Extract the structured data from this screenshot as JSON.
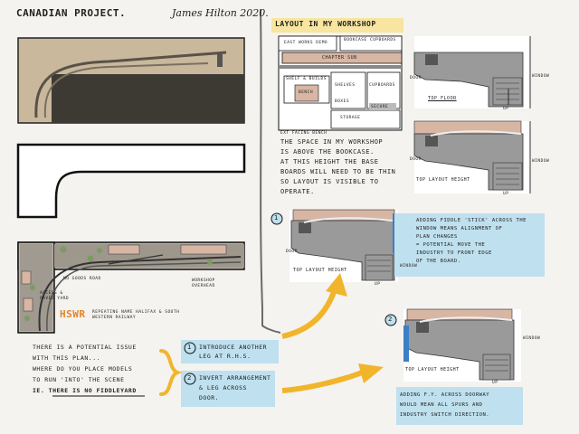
{
  "header": {
    "title": "CANADIAN PROJECT.",
    "author": "James Hilton 2020."
  },
  "left": {
    "hswr_abbrev": "HSWR",
    "hswr_full": "REPEATING NAME HALIFAX & SOUTH WESTERN RAILWAY",
    "label_goods_road": "NO GOODS ROAD",
    "label_access": "ACCESS & PAVED YARD",
    "label_overhead": "WORKSHOP OVERHEAD"
  },
  "workshop": {
    "heading": "LAYOUT IN MY WORKSHOP",
    "plan_labels": {
      "east_works": "EAST WORKS DEMO",
      "bookcase": "BOOKCASE CUPBOARDS",
      "chapter_sub": "CHAPTER SUB",
      "shelf": "SHELF & BUILDS",
      "bench": "BENCH",
      "shelves": "SHELVES",
      "boxes": "BOXES",
      "cupboards": "CUPBOARDS",
      "storage": "STORAGE",
      "window": "SECURE",
      "ext_bench": "EXT FACING BENCH"
    },
    "notes": [
      "THE SPACE IN MY WORKSHOP",
      "IS ABOVE THE BOOKCASE.",
      "AT THIS HEIGHT THE BASE",
      "BOARDS WILL NEED TO BE THIN",
      "SO LAYOUT IS VISIBLE TO",
      "OPERATE."
    ]
  },
  "views": {
    "top_floor": "TOP FLOOR",
    "top_layout_height": "TOP LAYOUT HEIGHT",
    "door": "DOOR",
    "window": "WINDOW",
    "up": "UP"
  },
  "option1": {
    "number": "1",
    "notes": [
      "ADDING FIDDLE 'STICK' ACROSS THE",
      "WINDOW MEANS ALIGNMENT OF",
      "PLAN CHANGES",
      "= POTENTIAL MOVE THE",
      "INDUSTRY TO FRONT EDGE",
      "OF THE BOARD."
    ]
  },
  "option2": {
    "number": "2",
    "notes": [
      "ADDING F.Y. ACROSS DOORWAY",
      "WOULD MEAN ALL SPURS AND",
      "INDUSTRY SWITCH DIRECTION."
    ]
  },
  "issue": {
    "lines": [
      "THERE IS A POTENTIAL ISSUE",
      "WITH THIS PLAN...",
      "WHERE DO YOU PLACE MODELS",
      "TO RUN 'INTO' THE SCENE",
      "IE. THERE IS NO FIDDLEYARD"
    ]
  },
  "solutions": [
    {
      "number": "1",
      "lines": [
        "INTRODUCE ANOTHER",
        "LEG AT R.H.S."
      ]
    },
    {
      "number": "2",
      "lines": [
        "INVERT ARRANGEMENT",
        "& LEG ACROSS",
        "DOOR."
      ]
    }
  ],
  "colors": {
    "board": "#3f3a33",
    "ground": "#c8b89a",
    "wall": "#d8b6a4",
    "blue": "#bfe0ef",
    "yellow": "#f1b52c",
    "floor": "#9a9a9a"
  }
}
